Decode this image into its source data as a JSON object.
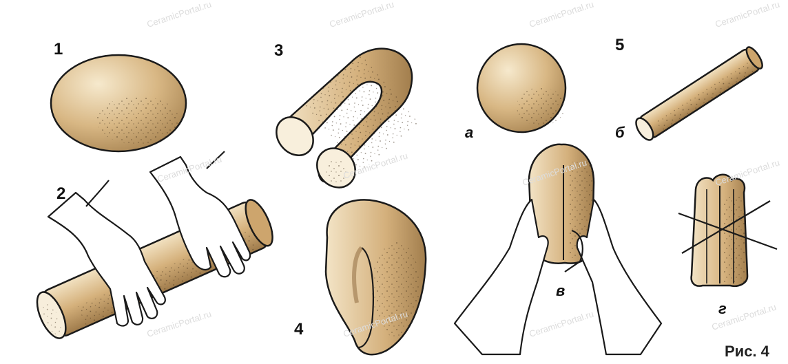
{
  "labels": {
    "step1": "1",
    "step2": "2",
    "step3": "3",
    "step4": "4",
    "step5": "5",
    "sub_a": "а",
    "sub_b": "б",
    "sub_v": "в",
    "sub_g": "г"
  },
  "caption": "Рис. 4",
  "watermark": "CeramicPortal.ru",
  "colors": {
    "clay": "#d9b98a",
    "clay_light": "#f2e2c2",
    "clay_dark": "#9a7547",
    "outline": "#1a1a1a",
    "skin": "#ffffff"
  }
}
